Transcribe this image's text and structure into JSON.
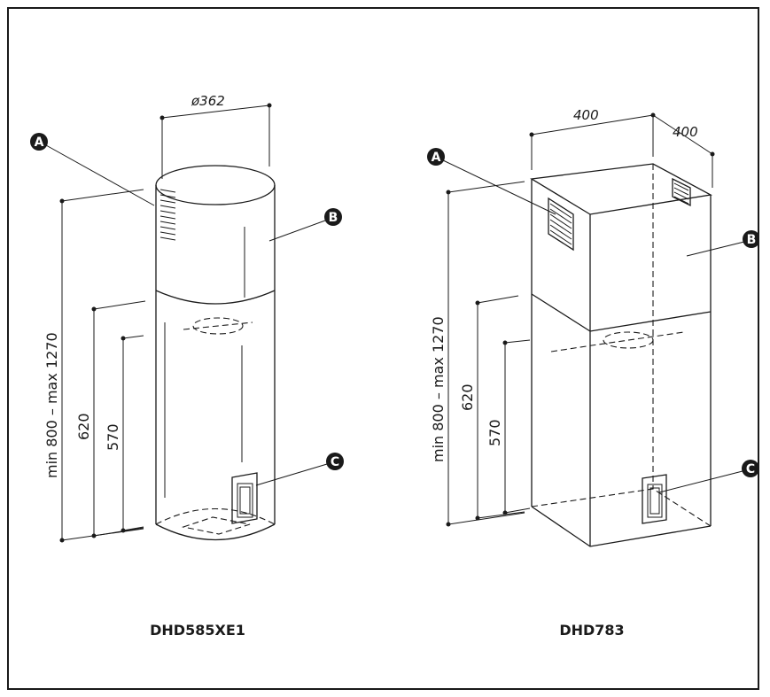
{
  "left_model": {
    "name": "DHD585XE1",
    "diameter": "ø362",
    "height_range": "min 800 – max 1270",
    "dim_620": "620",
    "dim_570": "570",
    "label_a": "A",
    "label_b": "B",
    "label_c": "C"
  },
  "right_model": {
    "name": "DHD783",
    "width": "400",
    "depth": "400",
    "height_range": "min 800 – max 1270",
    "dim_620": "620",
    "dim_570": "570",
    "label_a": "A",
    "label_b": "B",
    "label_c": "C"
  }
}
